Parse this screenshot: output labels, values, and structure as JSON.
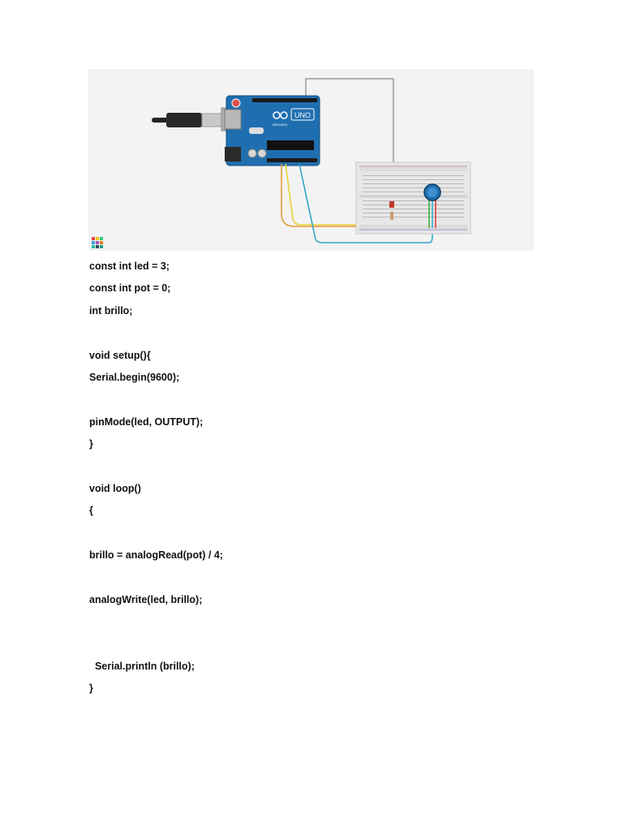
{
  "figure": {
    "board_logo": "UNO",
    "board_brand": "ARDUINO",
    "colors": {
      "background": "#f3f3f3",
      "board": "#1f6fb0",
      "wire_orange": "#e39a3a",
      "wire_yellow": "#e9d23a",
      "wire_cyan": "#2fa6c9",
      "wire_gray": "#9a9a9a",
      "wire_red": "#d33",
      "wire_green": "#3a3"
    },
    "icons": [
      "usb-cable-icon",
      "led-icon",
      "potentiometer-icon",
      "palette-icon"
    ]
  },
  "code_lines": [
    "const int led = 3;",
    "const int pot = 0;",
    "int brillo;",
    "",
    "void setup(){",
    "Serial.begin(9600);",
    "",
    "pinMode(led, OUTPUT);",
    "}",
    "",
    "void loop()",
    "{",
    "",
    "brillo = analogRead(pot) / 4;",
    "",
    "analogWrite(led, brillo);",
    "",
    "",
    "  Serial.println (brillo);",
    "}"
  ]
}
